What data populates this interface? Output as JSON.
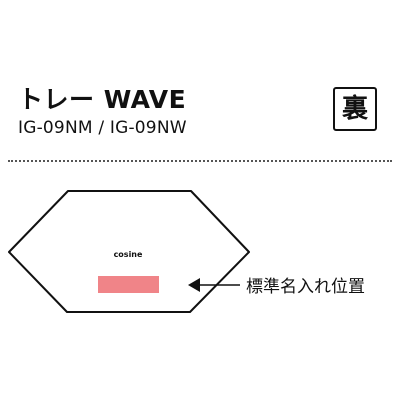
{
  "header": {
    "title": "トレー WAVE",
    "subtitle": "IG-09NM / IG-09NW",
    "side_badge": "裏"
  },
  "diagram": {
    "brand_text": "cosine",
    "callout_label": "標準名入れ位置",
    "outline_color": "#111111",
    "engraving_area_color": "#f08488"
  }
}
